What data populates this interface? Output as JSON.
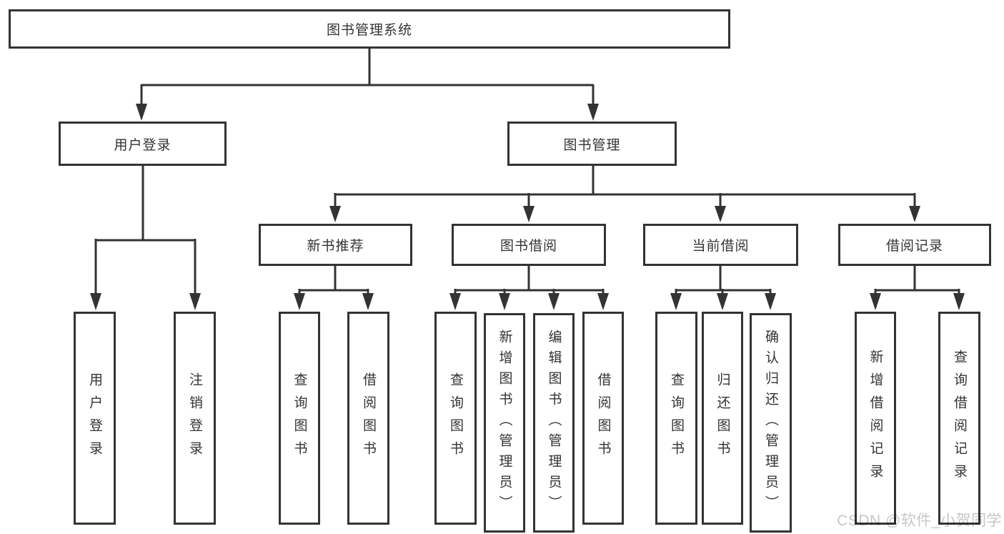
{
  "diagram_type": "hierarchy-tree",
  "colors": {
    "line": "#333333",
    "box_border": "#333333",
    "box_fill": "#ffffff",
    "text": "#333333",
    "watermark": "#c6c6c6",
    "background": "#ffffff"
  },
  "tree": {
    "root": {
      "label": "图书管理系统",
      "children": [
        {
          "label": "用户登录",
          "children": [
            {
              "label": "用户登录"
            },
            {
              "label": "注销登录"
            }
          ]
        },
        {
          "label": "图书管理",
          "children": [
            {
              "label": "新书推荐",
              "children": [
                {
                  "label": "查询图书"
                },
                {
                  "label": "借阅图书"
                }
              ]
            },
            {
              "label": "图书借阅",
              "children": [
                {
                  "label": "查询图书"
                },
                {
                  "label": "新增图书（管理员）"
                },
                {
                  "label": "编辑图书（管理员）"
                },
                {
                  "label": "借阅图书"
                }
              ]
            },
            {
              "label": "当前借阅",
              "children": [
                {
                  "label": "查询图书"
                },
                {
                  "label": "归还图书"
                },
                {
                  "label": "确认归还（管理员）"
                }
              ]
            },
            {
              "label": "借阅记录",
              "children": [
                {
                  "label": "新增借阅记录"
                },
                {
                  "label": "查询借阅记录"
                }
              ]
            }
          ]
        }
      ]
    }
  },
  "watermark": {
    "text": "CSDN @软件_小贺同学"
  }
}
